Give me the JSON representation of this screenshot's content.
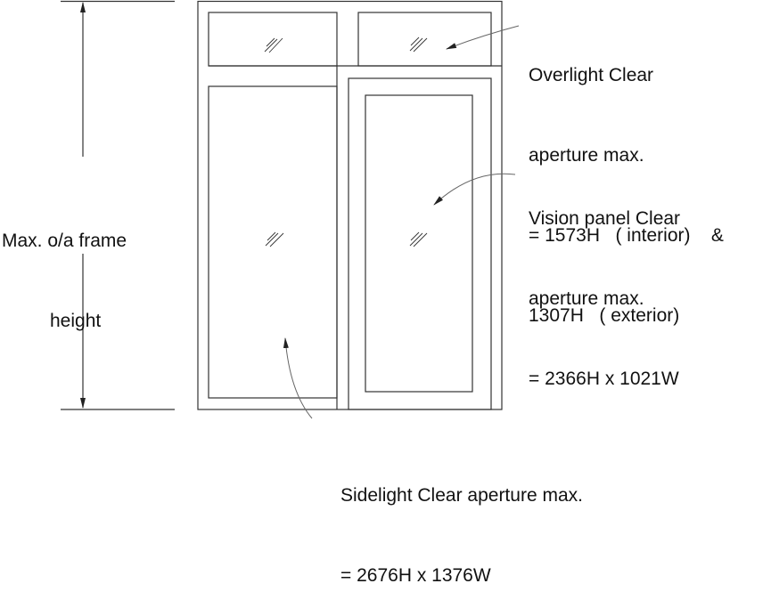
{
  "dimension": {
    "line1": "Max. o/a frame",
    "line2": "height"
  },
  "overlight": {
    "line1": "Overlight Clear",
    "line2": "aperture max.",
    "line3": "= 1573H   ( interior)    &",
    "line4": "1307H   ( exterior)"
  },
  "vision": {
    "line1": "Vision panel Clear",
    "line2": "aperture max.",
    "line3": "= 2366H x 1021W"
  },
  "sidelight": {
    "line1": "Sidelight Clear aperture max.",
    "line2": "= 2676H x 1376W"
  },
  "colors": {
    "line": "#333333",
    "leader": "#666666",
    "text": "#111111"
  }
}
